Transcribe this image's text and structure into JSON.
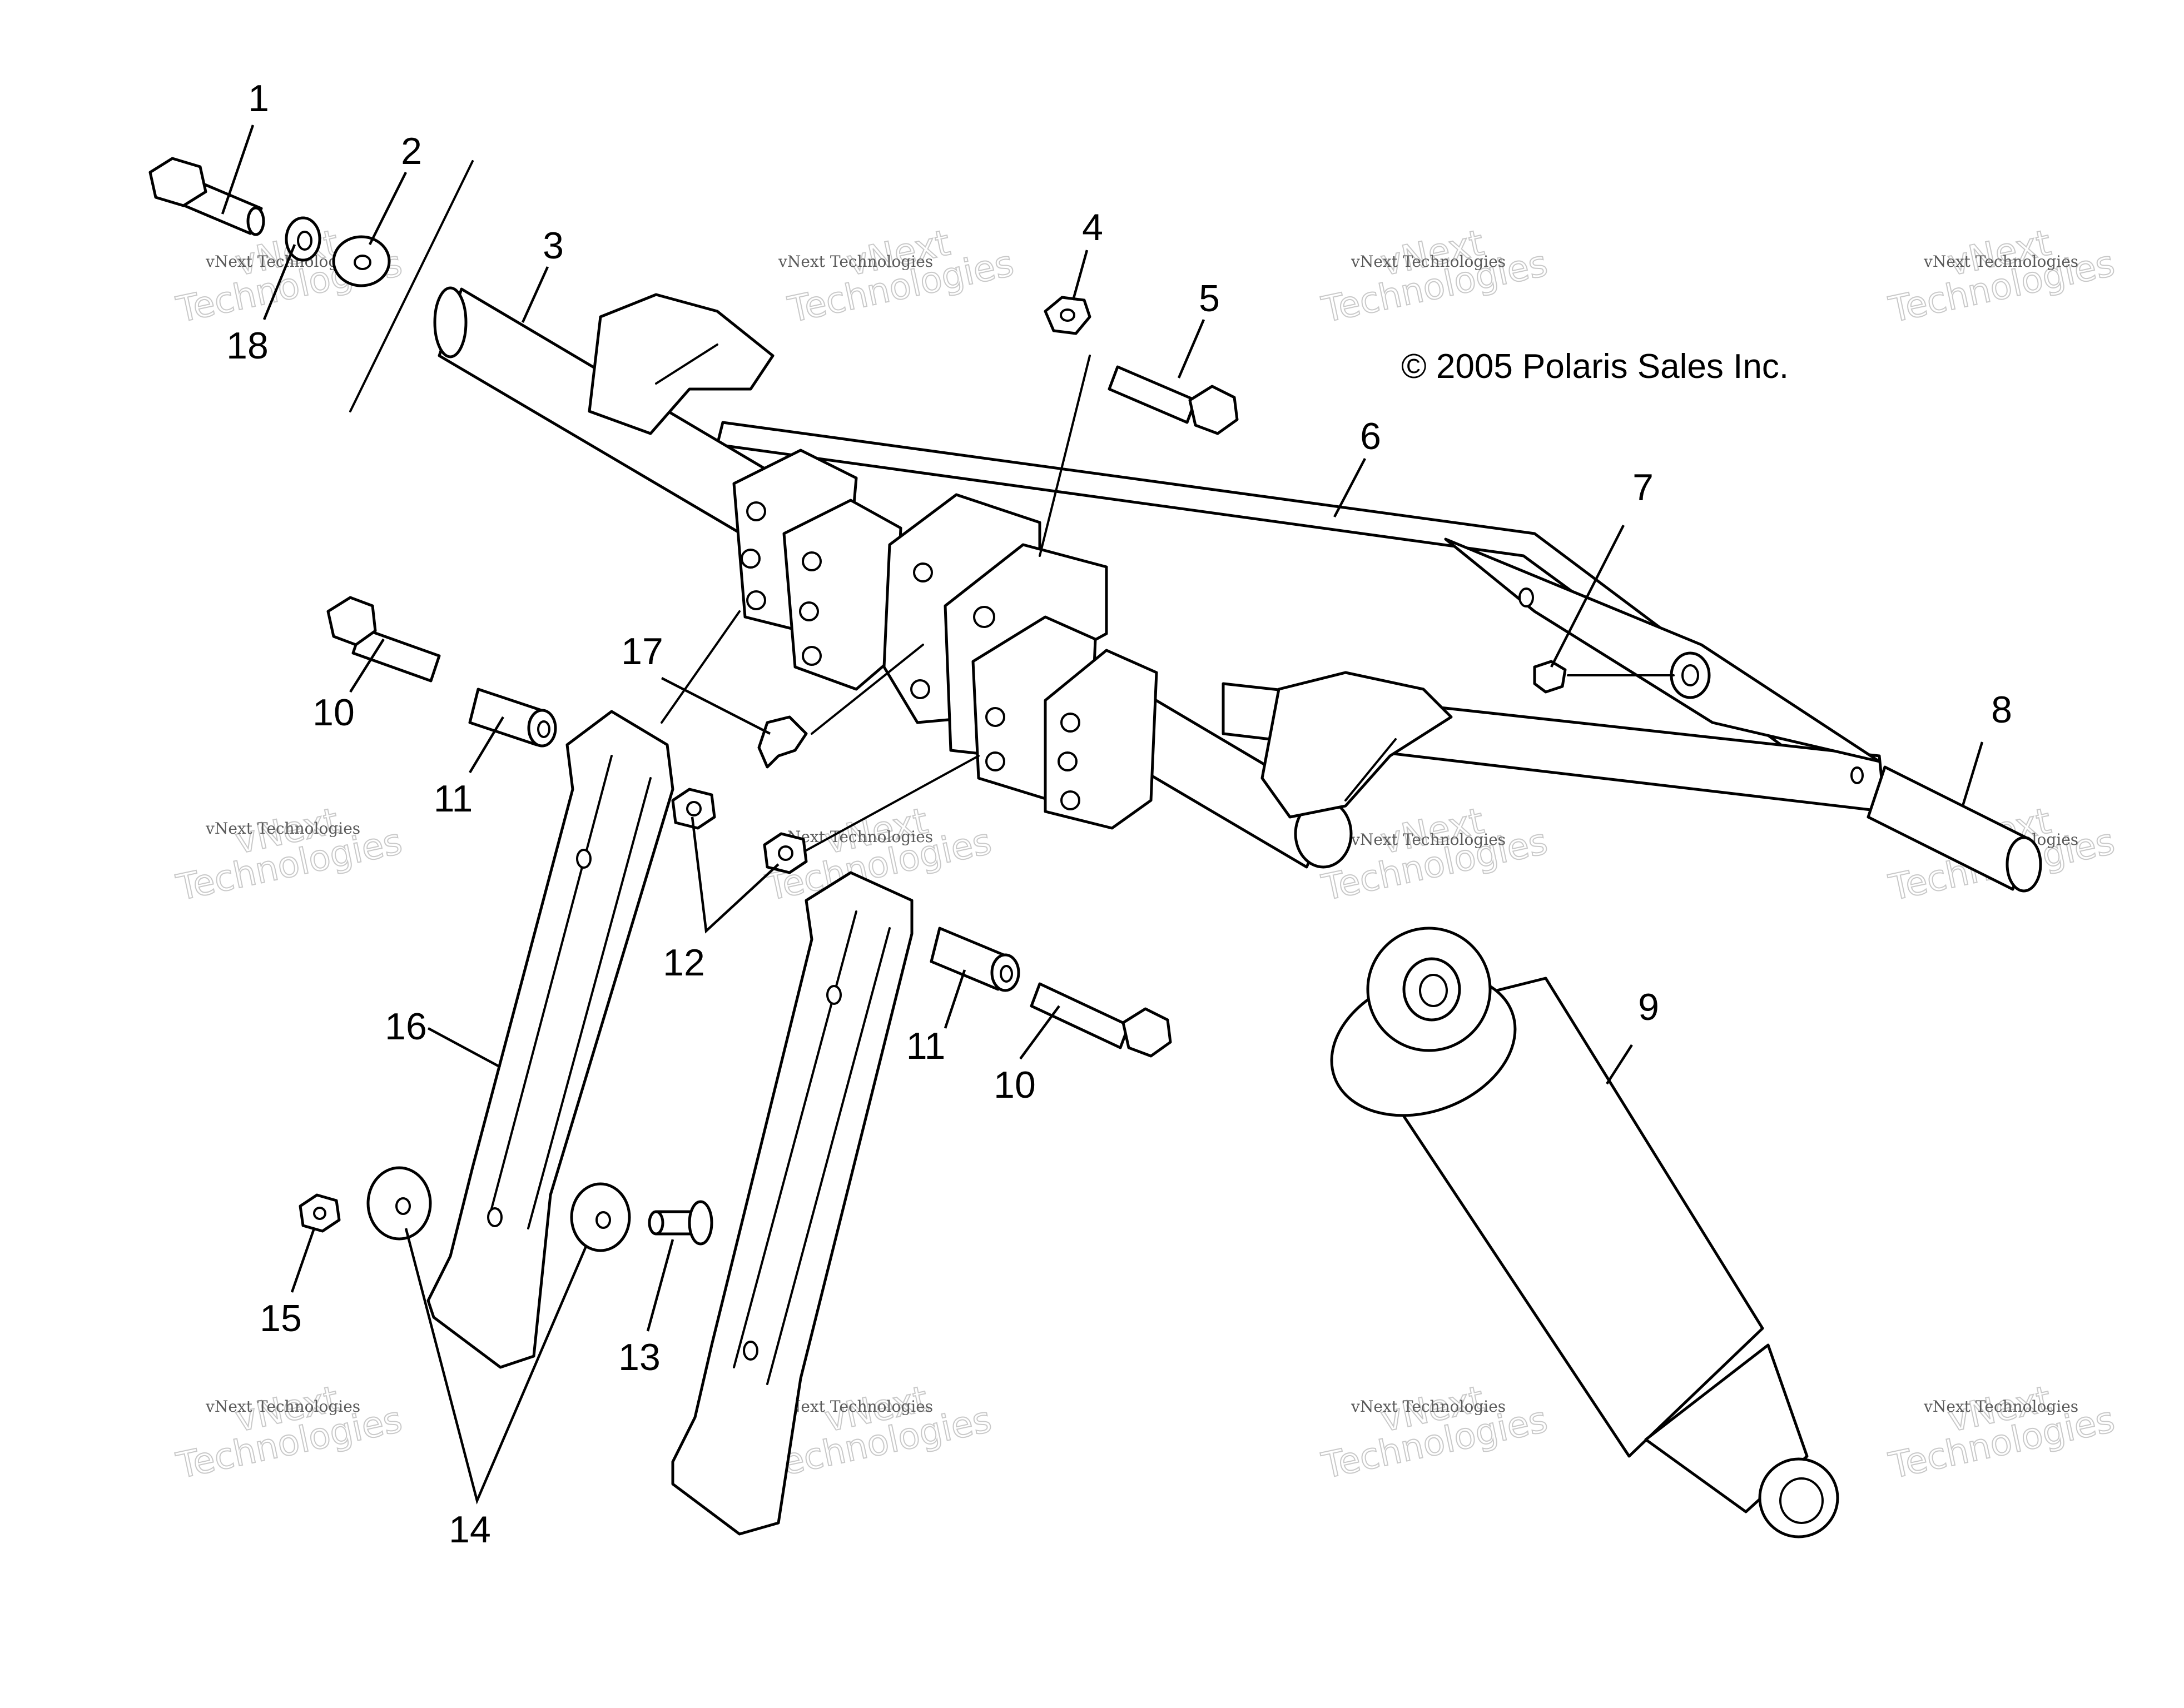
{
  "copyright": "© 2005 Polaris Sales Inc.",
  "watermark": {
    "small": "vNext Technologies",
    "big_top": "vNext",
    "big_bottom": "Technologies"
  },
  "callouts": [
    "1",
    "2",
    "3",
    "4",
    "5",
    "6",
    "7",
    "8",
    "9",
    "10",
    "10",
    "11",
    "11",
    "12",
    "13",
    "14",
    "15",
    "16",
    "17",
    "18"
  ],
  "colors": {
    "line": "#000000",
    "background": "#ffffff",
    "watermark": "#c9c9c9"
  }
}
